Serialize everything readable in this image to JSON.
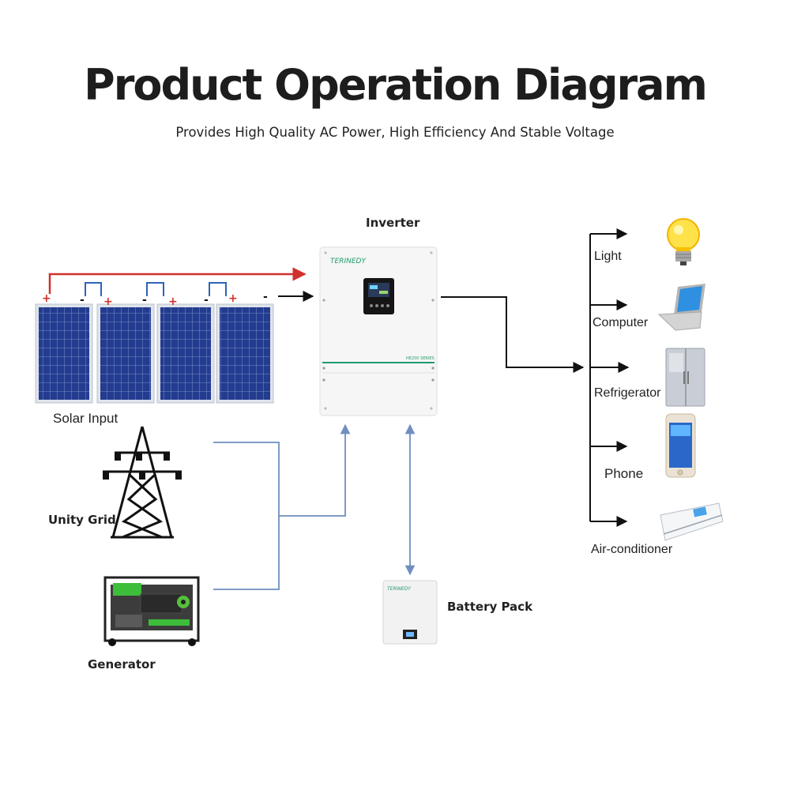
{
  "title": "Product Operation Diagram",
  "subtitle": "Provides High Quality AC Power, High Efficiency And Stable Voltage",
  "nodes": {
    "inverter": {
      "label": "Inverter",
      "brand": "TERINEDY",
      "model": "HE200 SERIES"
    },
    "solar": {
      "label": "Solar Input",
      "plus": "+",
      "minus": "-"
    },
    "grid": {
      "label": "Unity Grid"
    },
    "generator": {
      "label": "Generator"
    },
    "battery": {
      "label": "Battery Pack",
      "brand": "TERINEDY"
    }
  },
  "loads": [
    {
      "label": "Light",
      "icon": "light-bulb-icon"
    },
    {
      "label": "Computer",
      "icon": "laptop-icon"
    },
    {
      "label": "Refrigerator",
      "icon": "refrigerator-icon"
    },
    {
      "label": "Phone",
      "icon": "phone-icon"
    },
    {
      "label": "Air-conditioner",
      "icon": "air-conditioner-icon"
    }
  ],
  "colors": {
    "solar_positive_wire": "#d0312d",
    "panel_link_wire": "#2f63b8",
    "ac_input_wire": "#6f8fbf",
    "output_wire": "#111111",
    "inverter_accent": "#1f9a6a"
  }
}
